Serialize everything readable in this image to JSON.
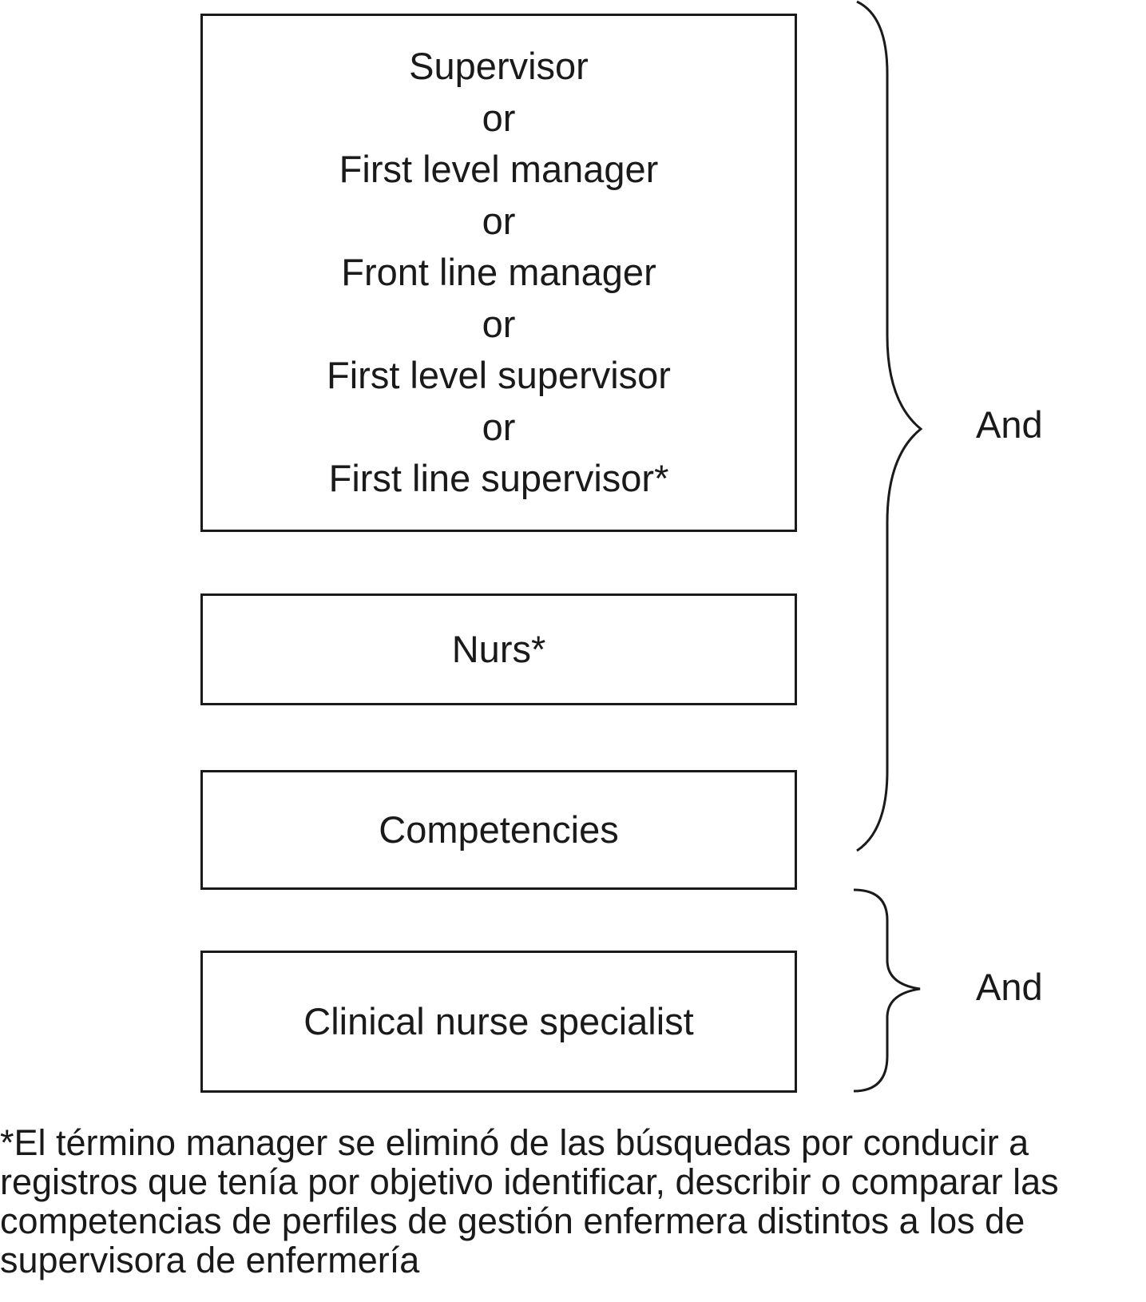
{
  "boxes": [
    {
      "lines": [
        "Supervisor",
        "or",
        "First level manager",
        "or",
        "Front line manager",
        "or",
        "First level supervisor",
        "or",
        "First line supervisor*"
      ]
    },
    {
      "lines": [
        "Nurs*"
      ]
    },
    {
      "lines": [
        "Competencies"
      ]
    },
    {
      "lines": [
        "Clinical nurse specialist"
      ]
    }
  ],
  "connectors": {
    "top_label": "And",
    "bottom_label": "And"
  },
  "footnote": {
    "lines": [
      "*El término manager se eliminó de las búsquedas por conducir a",
      "registros que tenía por objetivo identificar, describir o comparar las",
      "competencias de perfiles de gestión enfermera distintos a los de",
      "supervisora de enfermería"
    ]
  }
}
